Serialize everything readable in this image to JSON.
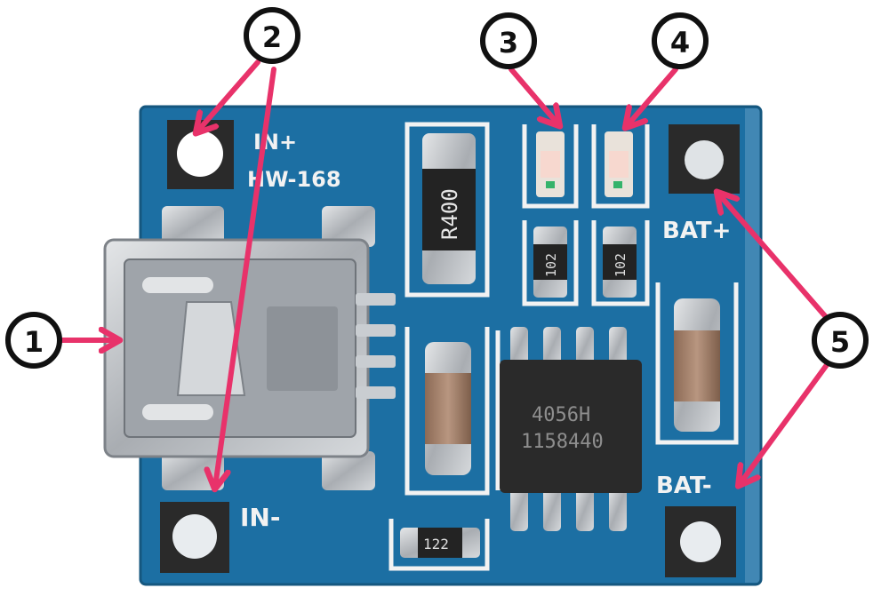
{
  "board": {
    "silkscreen": {
      "in_plus": "IN+",
      "model": "HW-168",
      "in_minus": "IN-",
      "bat_plus": "BAT+",
      "bat_minus": "BAT-"
    },
    "chip": {
      "line1": "4056H",
      "line2": "1158440"
    },
    "resistors": {
      "sense": "R400",
      "led_r1": "102",
      "led_r2": "102",
      "bottom": "122"
    }
  },
  "callouts": [
    {
      "number": "1"
    },
    {
      "number": "2"
    },
    {
      "number": "3"
    },
    {
      "number": "4"
    },
    {
      "number": "5"
    }
  ],
  "colors": {
    "pcb": "#1c6fa3",
    "silkscreen": "#f2f2f2",
    "arrow": "#e8326a",
    "chip": "#2a2a2a",
    "metal": "#c9cdd1"
  }
}
